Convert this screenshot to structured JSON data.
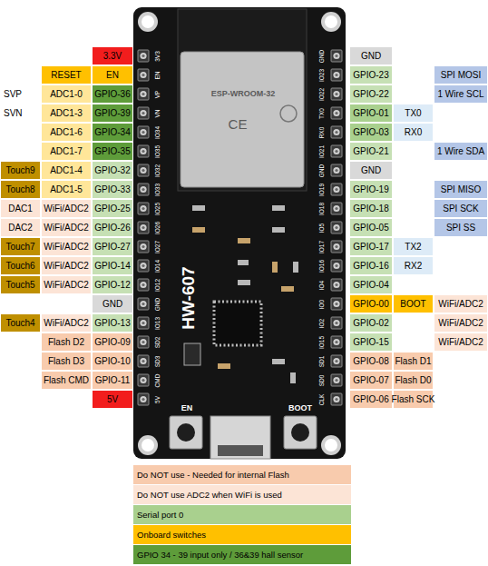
{
  "diagram": {
    "labels": [
      "3.3V",
      "RESET",
      "EN",
      "SVP",
      "ADC1-0",
      "GPIO-36",
      "SVN",
      "ADC1-3",
      "GPIO-39",
      "ADC1-6",
      "GPIO-34",
      "ADC1-7",
      "GPIO-35",
      "Touch9",
      "ADC1-4",
      "GPIO-32",
      "Touch8",
      "ADC1-5",
      "GPIO-33",
      "DAC1",
      "WiFi/ADC2",
      "GPIO-25",
      "DAC2",
      "WiFi/ADC2",
      "GPIO-26",
      "Touch7",
      "WiFi/ADC2",
      "GPIO-27",
      "Touch6",
      "WiFi/ADC2",
      "GPIO-14",
      "Touch5",
      "WiFi/ADC2",
      "GPIO-12",
      "GND",
      "Touch4",
      "WiFi/ADC2",
      "GPIO-13",
      "Flash D2",
      "GPIO-09",
      "Flash D3",
      "GPIO-10",
      "Flash CMD",
      "GPIO-11",
      "5V",
      "GND",
      "GPIO-23",
      "SPI MOSI",
      "GPIO-22",
      "1 Wire SCL",
      "GPIO-01",
      "TX0",
      "GPIO-03",
      "RX0",
      "GPIO-21",
      "1 Wire SDA",
      "GND",
      "GPIO-19",
      "SPI MISO",
      "GPIO-18",
      "SPI SCK",
      "GPIO-05",
      "SPI SS",
      "GPIO-17",
      "TX2",
      "GPIO-16",
      "RX2",
      "GPIO-04",
      "GPIO-00",
      "BOOT",
      "WiFi/ADC2",
      "GPIO-02",
      "WiFi/ADC2",
      "GPIO-15",
      "WiFi/ADC2",
      "GPIO-08",
      "Flash D1",
      "GPIO-07",
      "Flash D0",
      "GPIO-06",
      "Flash SCK",
      "3V3",
      "EN",
      "VP",
      "VN",
      "IO34",
      "IO35",
      "IO32",
      "IO33",
      "IO25",
      "IO26",
      "IO27",
      "IO14",
      "IO12",
      "GND",
      "IO13",
      "SD2",
      "SD3",
      "CMD",
      "5V",
      "GND",
      "IO23",
      "IO22",
      "TX0",
      "RX0",
      "IO21",
      "GND",
      "IO19",
      "IO18",
      "IO5",
      "IO17",
      "IO16",
      "IO4",
      "IO0",
      "IO2",
      "IO15",
      "SD1",
      "SD0",
      "CLK",
      "HW-607",
      "EN",
      "BOOT",
      "ESP-WROOM-32",
      "CE"
    ],
    "legend": [
      {
        "text": "Do NOT use - Needed for internal Flash",
        "color": "#f8cbad"
      },
      {
        "text": "Do NOT use ADC2 when WiFi is used",
        "color": "#fce4d6"
      },
      {
        "text": "Serial port 0",
        "color": "#a9d08e"
      },
      {
        "text": "Onboard switches",
        "color": "#ffc000"
      },
      {
        "text": "GPIO 34 - 39 input only / 36&39 hall sensor",
        "color": "#5e9c3a"
      }
    ]
  }
}
